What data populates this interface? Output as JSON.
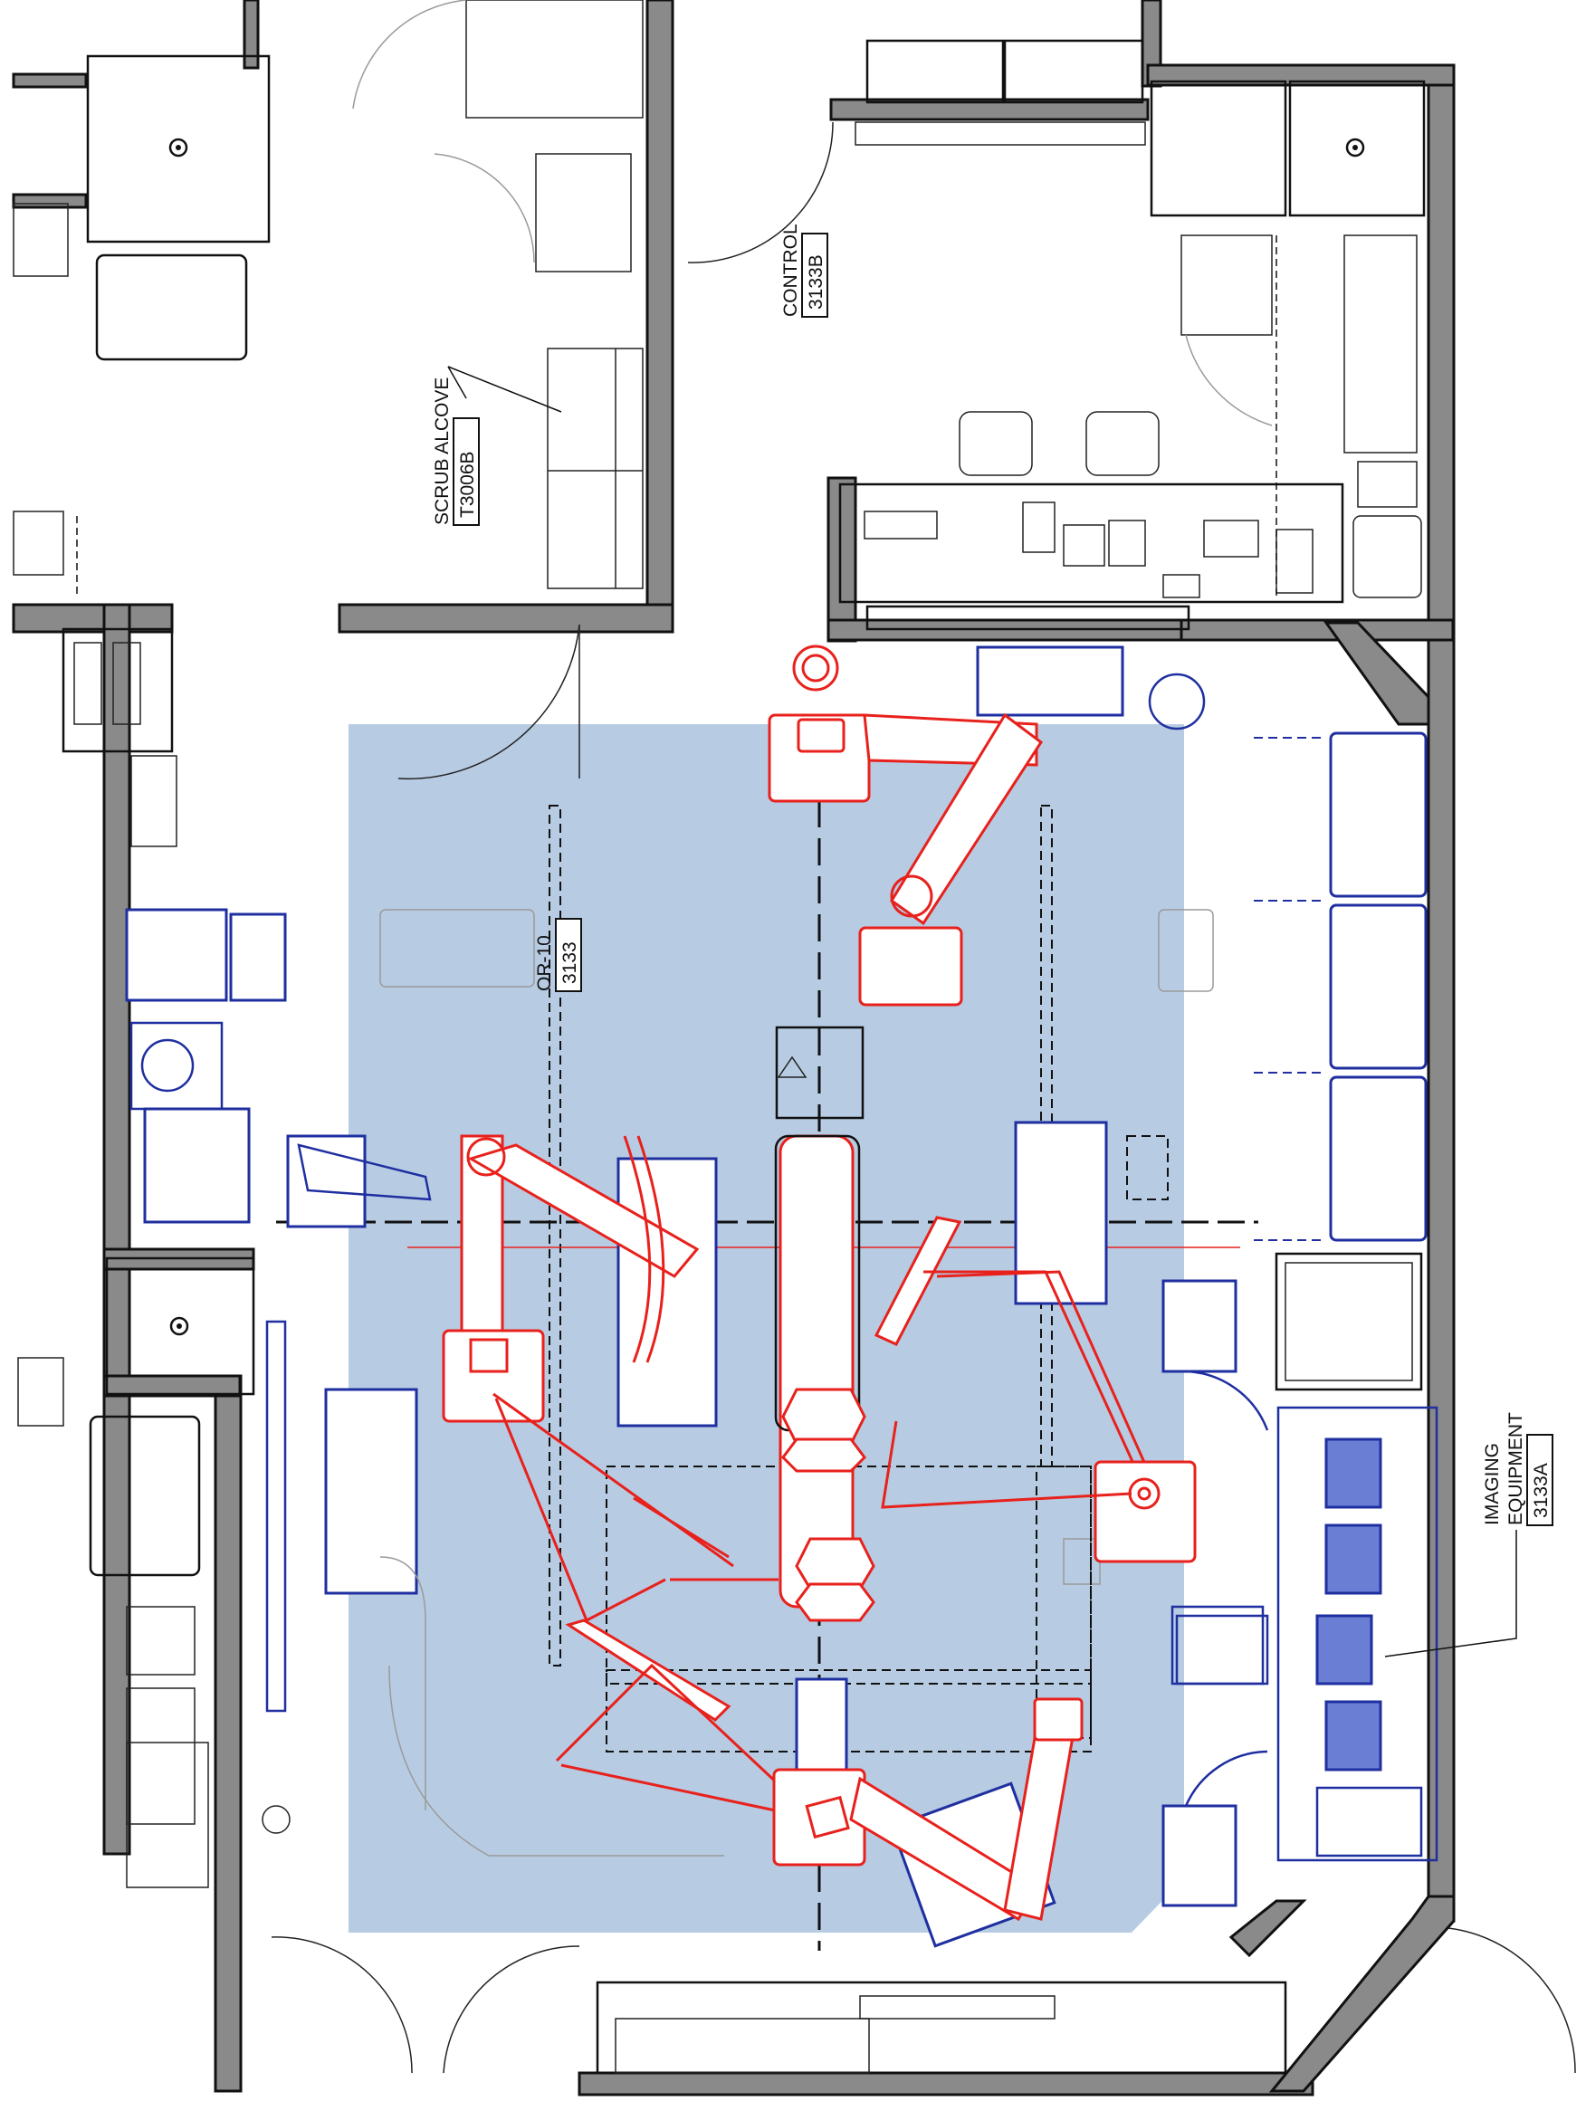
{
  "plan": {
    "room_fill": "#b7cce3",
    "colors": {
      "walls": "#8a8a8a",
      "booms": "#e8211c",
      "equipment": "#1f2fa0",
      "outline": "#111111"
    }
  },
  "labels": {
    "scrub_alcove": {
      "name": "SCRUB ALCOVE",
      "number": "T3006B"
    },
    "control": {
      "name": "CONTROL",
      "number": "3133B"
    },
    "or_room": {
      "name": "OR-10",
      "number": "3133"
    },
    "imaging_line1": "IMAGING",
    "imaging_line2": "EQUIPMENT",
    "imaging_number": "3133A"
  }
}
